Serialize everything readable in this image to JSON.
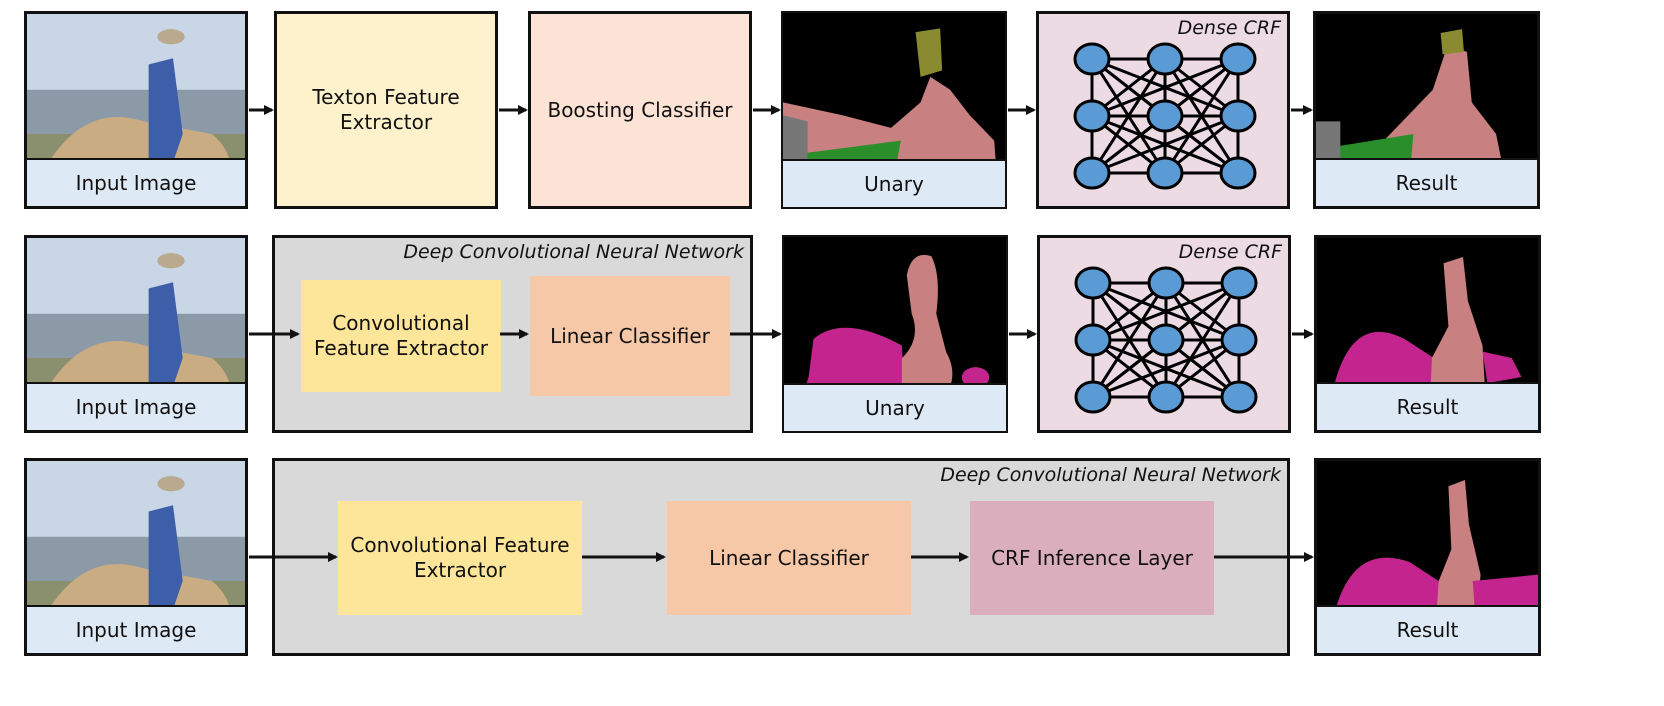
{
  "colors": {
    "caption_bg": "#dde9f5",
    "texton": "#fdf2cc",
    "boosting": "#fde3d6",
    "conv": "#fde59a",
    "linear": "#f7c8a8",
    "crf_layer": "#dbaebe",
    "crf_panel": "#ecdbe3",
    "cnn_panel": "#d9d9d9",
    "node": "#5b9bd5"
  },
  "rows": [
    {
      "input_caption": "Input Image",
      "texton_label": "Texton Feature Extractor",
      "boosting_label": "Boosting Classifier",
      "unary_caption": "Unary",
      "crf_title": "Dense CRF",
      "result_caption": "Result"
    },
    {
      "input_caption": "Input Image",
      "cnn_title": "Deep Convolutional Neural Network",
      "conv_label": "Convolutional Feature Extractor",
      "linear_label": "Linear Classifier",
      "unary_caption": "Unary",
      "crf_title": "Dense CRF",
      "result_caption": "Result"
    },
    {
      "input_caption": "Input Image",
      "cnn_title": "Deep Convolutional Neural Network",
      "conv_label": "Convolutional Feature Extractor",
      "linear_label": "Linear Classifier",
      "crf_layer_label": "CRF Inference Layer",
      "result_caption": "Result"
    }
  ]
}
